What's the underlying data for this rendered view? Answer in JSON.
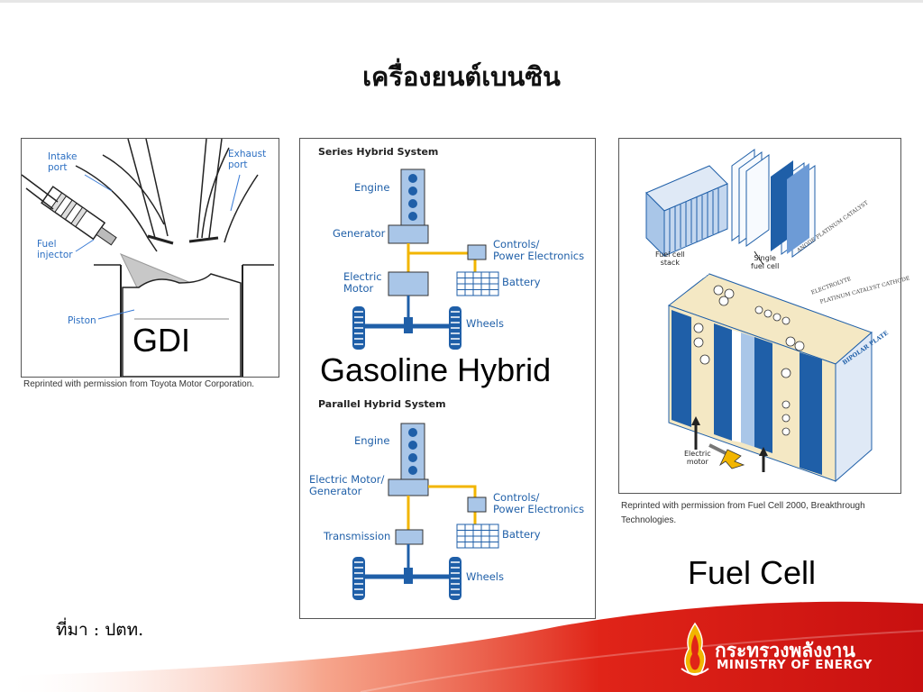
{
  "slide": {
    "title": "เครื่องยนต์เบนซิน",
    "source": "ที่มา : ปตท."
  },
  "gdi": {
    "caption": "GDI",
    "labels": {
      "intake": [
        "Intake",
        "port"
      ],
      "exhaust": [
        "Exhaust",
        "port"
      ],
      "fuel": [
        "Fuel",
        "injector"
      ],
      "piston": "Piston"
    },
    "credit": "Reprinted with permission from Toyota Motor Corporation."
  },
  "hybrid": {
    "caption": "Gasoline Hybrid",
    "series": {
      "title": "Series Hybrid System",
      "engine": "Engine",
      "generator": "Generator",
      "controls": [
        "Controls/",
        "Power Electronics"
      ],
      "motor": [
        "Electric",
        "Motor"
      ],
      "battery": "Battery",
      "wheels": "Wheels"
    },
    "parallel": {
      "title": "Parallel Hybrid System",
      "engine": "Engine",
      "motor_gen": [
        "Electric Motor/",
        "Generator"
      ],
      "controls": [
        "Controls/",
        "Power Electronics"
      ],
      "transmission": "Transmission",
      "battery": "Battery",
      "wheels": "Wheels"
    }
  },
  "fuelcell": {
    "caption": "Fuel Cell",
    "labels": {
      "stack": [
        "Fuel cell",
        "stack"
      ],
      "single": [
        "Single",
        "fuel cell"
      ],
      "anode": "ANODE PLATINUM CATALYST",
      "electrolyte": "ELECTROLYTE",
      "cathode": "PLATINUM CATALYST CATHODE",
      "bipolar": "BIPOLAR PLATE",
      "motor": [
        "Electric",
        "motor"
      ]
    },
    "credit": [
      "Reprinted with permission from Fuel Cell 2000, Breakthrough",
      "Technologies."
    ]
  },
  "footer": {
    "ministry_th": "กระทรวงพลังงาน",
    "ministry_en": "MINISTRY OF ENERGY"
  },
  "colors": {
    "accent_red": "#e02418",
    "wire_yellow": "#f2b500",
    "box_blue": "#a9c6e8",
    "axle_blue": "#1f5fa8"
  }
}
